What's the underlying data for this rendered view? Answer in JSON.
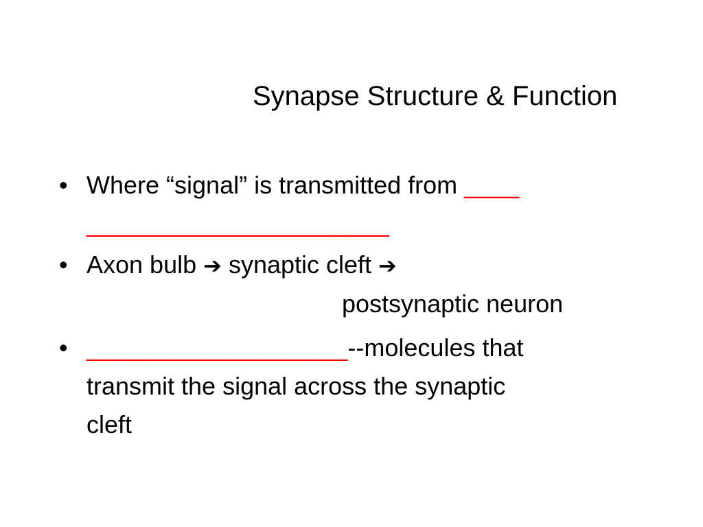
{
  "slide": {
    "title": "Synapse Structure & Function",
    "bullet_char": "•",
    "arrow_glyph": "➔",
    "bullets": [
      {
        "text": "Where “signal” is transmitted from ",
        "blank_line1": "____",
        "blank_line2": "______________________"
      },
      {
        "part1": "Axon bulb ",
        "part2": " synaptic cleft ",
        "part3": "postsynaptic neuron"
      },
      {
        "blank": "___________________",
        "text_line1": "--molecules that",
        "text_line2": "transmit the signal across the synaptic",
        "text_line3": "cleft"
      }
    ]
  },
  "colors": {
    "blank": "#ff0000",
    "text": "#000000",
    "background": "#ffffff"
  }
}
